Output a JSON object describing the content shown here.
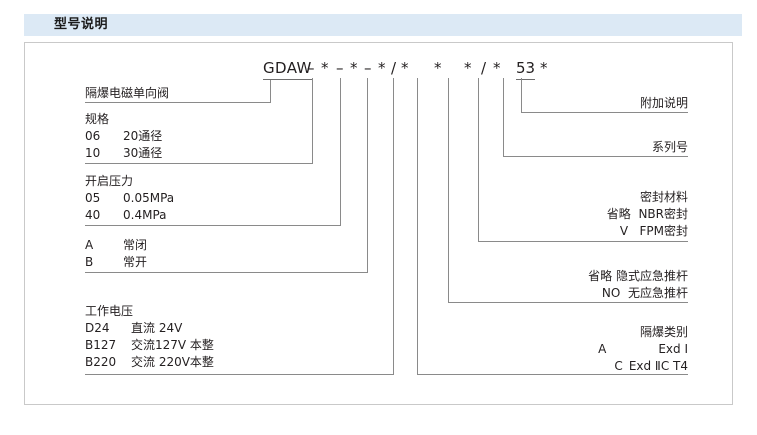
{
  "header": {
    "title": "型号说明"
  },
  "model_code": {
    "brand": "GDAW",
    "tokens": [
      "GDAW",
      "–",
      "*",
      "–",
      "*",
      "–",
      "*",
      "/",
      "*",
      "*",
      "*",
      "/",
      "*",
      "53",
      "*"
    ],
    "display": "GDAW-*-*-*/*  *  */* 53 *",
    "series_number": "53"
  },
  "left_groups": [
    {
      "id": "product-name",
      "lines": [
        {
          "code": "",
          "desc": "隔爆电磁单向阀"
        }
      ]
    },
    {
      "id": "specification",
      "heading": "规格",
      "lines": [
        {
          "code": "06",
          "desc": "20通径"
        },
        {
          "code": "10",
          "desc": "30通径"
        }
      ]
    },
    {
      "id": "cracking-pressure",
      "heading": "开启压力",
      "lines": [
        {
          "code": "05",
          "desc": "0.05MPa"
        },
        {
          "code": "40",
          "desc": "0.4MPa"
        }
      ]
    },
    {
      "id": "valve-function",
      "heading": "",
      "lines": [
        {
          "code": "A",
          "desc": "常闭"
        },
        {
          "code": "B",
          "desc": "常开"
        }
      ]
    },
    {
      "id": "working-voltage",
      "heading": "工作电压",
      "lines": [
        {
          "code": "D24",
          "desc": "直流 24V"
        },
        {
          "code": "B127",
          "desc": "交流127V 本整"
        },
        {
          "code": "B220",
          "desc": "交流 220V本整"
        }
      ]
    }
  ],
  "right_groups": [
    {
      "id": "additional-note",
      "heading": "附加说明",
      "lines": []
    },
    {
      "id": "series-number",
      "heading": "系列号",
      "lines": []
    },
    {
      "id": "sealing-material",
      "heading": "密封材料",
      "lines": [
        {
          "code": "省略",
          "desc": "NBR密封"
        },
        {
          "code": "V",
          "desc": "FPM密封"
        }
      ]
    },
    {
      "id": "emergency-push-rod",
      "heading": "",
      "lines": [
        {
          "code": "省略",
          "desc": "隐式应急推杆"
        },
        {
          "code": "NO",
          "desc": "无应急推杆"
        }
      ]
    },
    {
      "id": "explosion-proof-class",
      "heading": "隔爆类别",
      "lines": [
        {
          "code": "A",
          "desc": "Exd Ⅰ"
        },
        {
          "code": "C",
          "desc": "Exd ⅡC T4"
        }
      ]
    }
  ],
  "colors": {
    "title_bg": "#dce9f5",
    "frame_border": "#c9c9c9",
    "line": "#8a8a8a",
    "text": "#231f20"
  }
}
